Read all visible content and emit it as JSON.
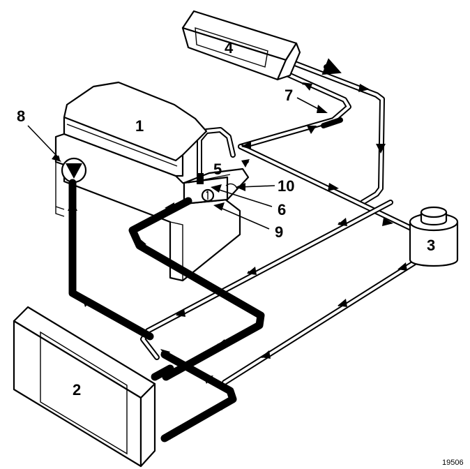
{
  "labels": {
    "engine": "1",
    "radiator": "2",
    "expansion_tank": "3",
    "heater": "4",
    "housing": "5",
    "part_6": "6",
    "part_7": "7",
    "pump": "8",
    "part_9": "9",
    "part_10": "10"
  },
  "reference": "19506",
  "colors": {
    "ink": "#000000",
    "paper": "#ffffff"
  }
}
